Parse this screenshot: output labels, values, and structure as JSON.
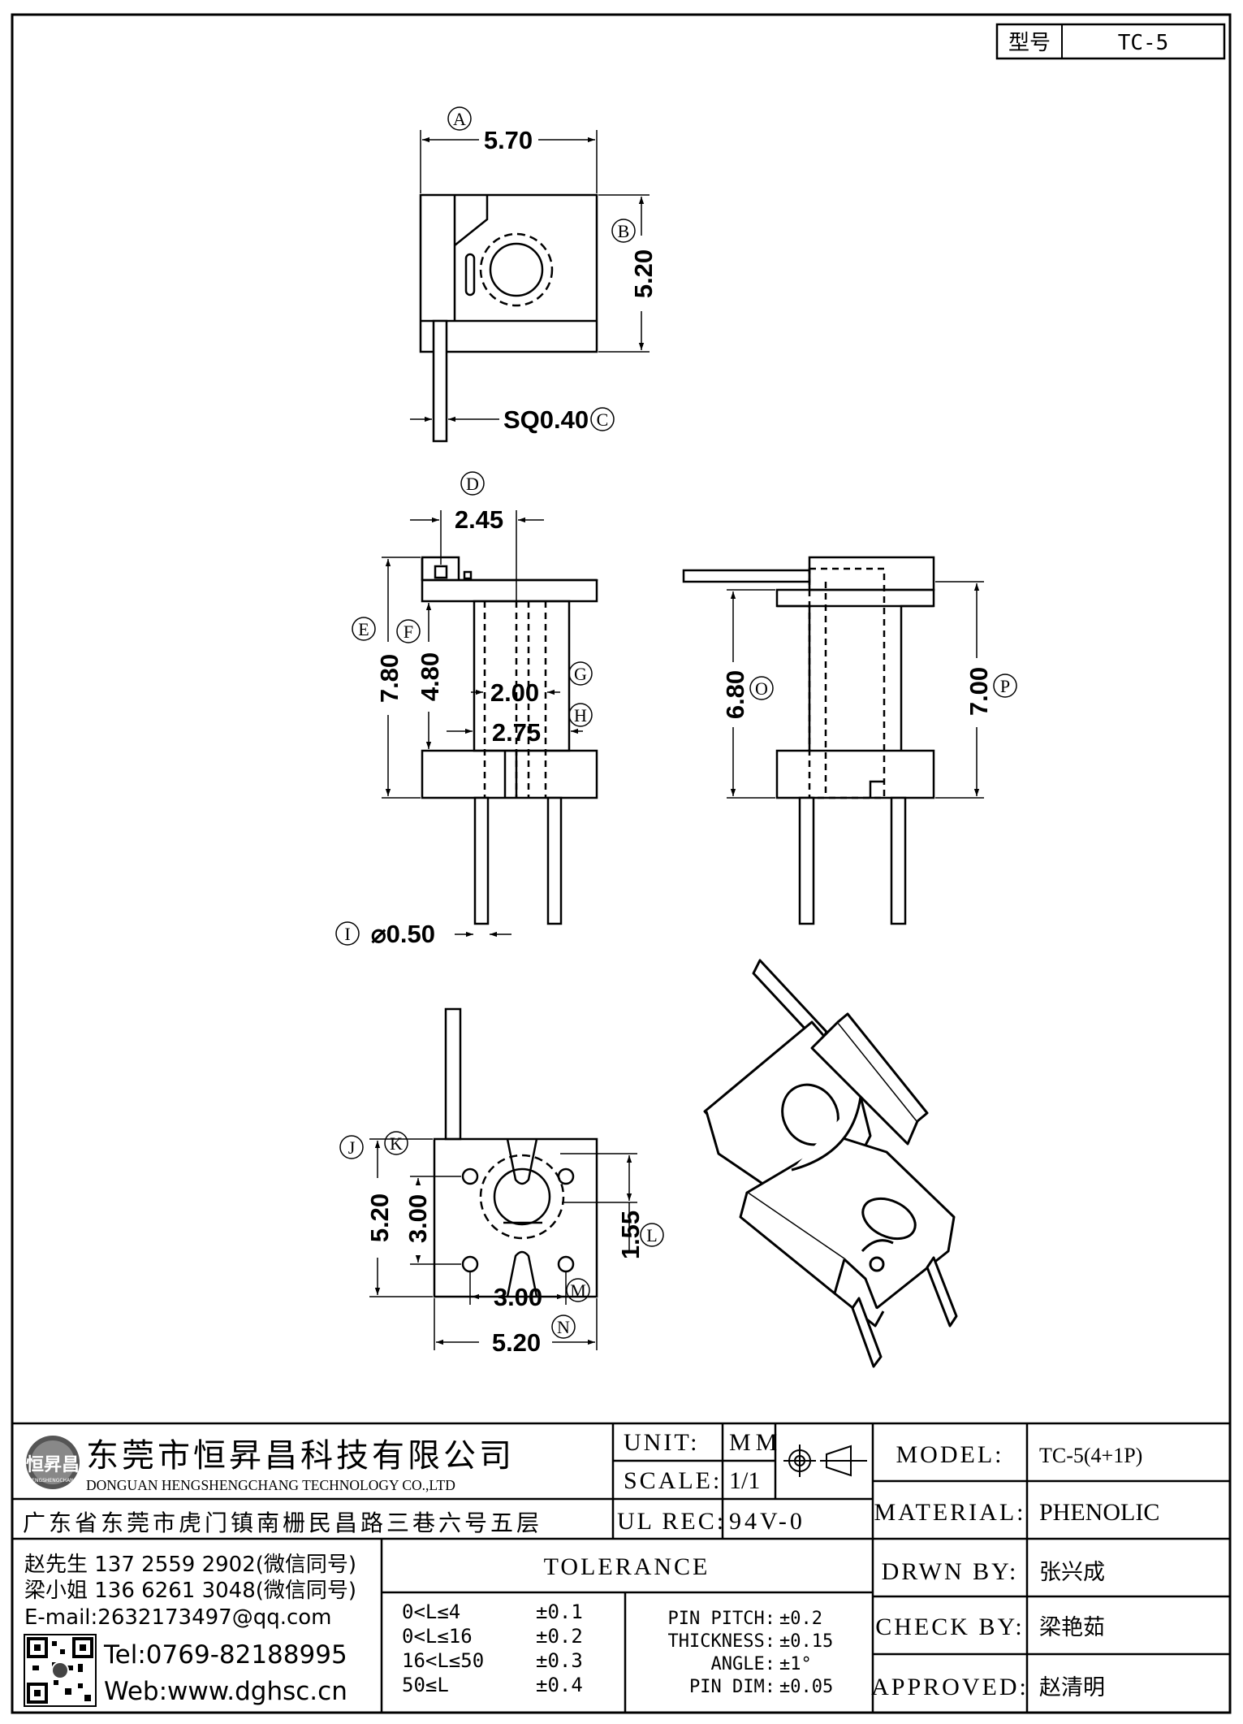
{
  "header": {
    "type_label": "型号",
    "part_number": "TC-5"
  },
  "dimensions": {
    "A": "5.70",
    "B": "5.20",
    "C": "SQ0.40",
    "D": "2.45",
    "E": "7.80",
    "F": "4.80",
    "G": "2.00",
    "H": "2.75",
    "I": "⌀0.50",
    "J": "5.20",
    "K": "3.00",
    "L": "1.55",
    "M": "3.00",
    "N": "5.20",
    "O": "6.80",
    "P": "7.00"
  },
  "company": {
    "name_cn": "东莞市恒昇昌科技有限公司",
    "name_en": "DONGUAN HENGSHENGCHANG TECHNOLOGY CO.,LTD",
    "address": "广东省东莞市虎门镇南栅民昌路三巷六号五层",
    "logo_text": "恒昇昌",
    "logo_sub": "HENGSHENGCHANG"
  },
  "contacts": {
    "contact1": "赵先生 137 2559 2902(微信同号)",
    "contact2": "梁小姐 136 6261 3048(微信同号)",
    "email": "E-mail:2632173497@qq.com",
    "tel": "Tel:0769-82188995",
    "web": "Web:www.dghsc.cn"
  },
  "specs": {
    "unit_label": "UNIT:",
    "unit_value": "MM",
    "scale_label": "SCALE:",
    "scale_value": "1/1",
    "ulrec_label": "UL REC:",
    "ulrec_value": "94V-0"
  },
  "tolerance": {
    "title": "TOLERANCE",
    "rows": [
      {
        "range": "0<L≤4",
        "tol": "±0.1"
      },
      {
        "range": "0<L≤16",
        "tol": "±0.2"
      },
      {
        "range": "16<L≤50",
        "tol": "±0.3"
      },
      {
        "range": "50≤L",
        "tol": "±0.4"
      }
    ],
    "pin_pitch_label": "PIN PITCH:",
    "pin_pitch_value": "±0.2",
    "thickness_label": "THICKNESS:",
    "thickness_value": "±0.15",
    "angle_label": "ANGLE:",
    "angle_value": "±1°",
    "pin_dim_label": "PIN DIM:",
    "pin_dim_value": "±0.05"
  },
  "title_block": {
    "model_label": "MODEL:",
    "model_value": "TC-5(4+1P)",
    "material_label": "MATERIAL:",
    "material_value": "PHENOLIC",
    "drawn_label": "DRWN BY:",
    "drawn_value": "张兴成",
    "check_label": "CHECK BY:",
    "check_value": "梁艳茹",
    "approved_label": "APPROVED:",
    "approved_value": "赵清明"
  }
}
